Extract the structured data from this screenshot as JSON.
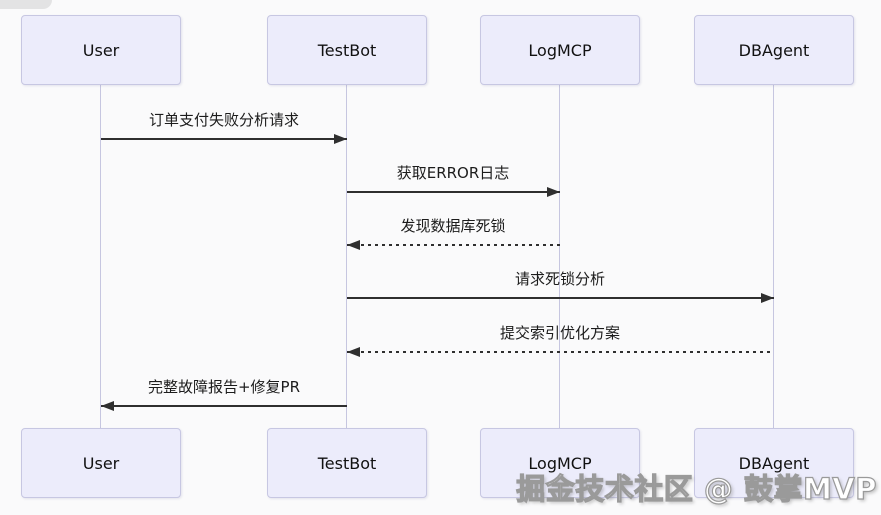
{
  "diagram": {
    "type": "sequence-diagram",
    "actors": [
      {
        "name": "User"
      },
      {
        "name": "TestBot"
      },
      {
        "name": "LogMCP"
      },
      {
        "name": "DBAgent"
      }
    ],
    "messages": [
      {
        "from": "User",
        "to": "TestBot",
        "label": "订单支付失败分析请求",
        "style": "solid",
        "direction": "right"
      },
      {
        "from": "TestBot",
        "to": "LogMCP",
        "label": "获取ERROR日志",
        "style": "solid",
        "direction": "right"
      },
      {
        "from": "LogMCP",
        "to": "TestBot",
        "label": "发现数据库死锁",
        "style": "dashed",
        "direction": "left"
      },
      {
        "from": "TestBot",
        "to": "DBAgent",
        "label": "请求死锁分析",
        "style": "solid",
        "direction": "right"
      },
      {
        "from": "DBAgent",
        "to": "TestBot",
        "label": "提交索引优化方案",
        "style": "dashed",
        "direction": "left"
      },
      {
        "from": "TestBot",
        "to": "User",
        "label": "完整故障报告+修复PR",
        "style": "solid",
        "direction": "left"
      }
    ],
    "colors": {
      "actor_fill": "#ECECFB",
      "actor_border": "#C7C7E2",
      "lifeline": "#C6C6E0",
      "arrow": "#2F2F2F",
      "background": "#FAFAFB"
    }
  },
  "watermark": {
    "text": "掘金技术社区 @ 鼓掌MVP"
  }
}
